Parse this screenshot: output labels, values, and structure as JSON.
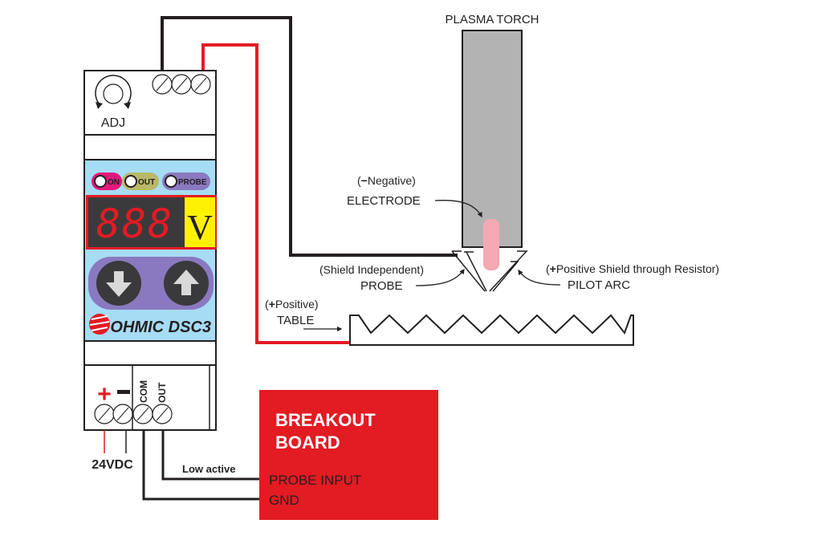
{
  "device": {
    "adj_label": "ADJ",
    "indicators": [
      {
        "label": "ON",
        "color": "#e6177e"
      },
      {
        "label": "OUT",
        "color": "#b9b868"
      },
      {
        "label": "PROBE",
        "color": "#8a79c0"
      }
    ],
    "display_digits": "888",
    "display_unit": "V",
    "down_button": "down-arrow",
    "up_button": "up-arrow",
    "brand": "OHMIC DSC3",
    "plus_label": "+",
    "minus_label": "−",
    "com_label": "COM",
    "out_label": "OUT",
    "power_label": "24VDC"
  },
  "torch": {
    "title": "PLASMA TORCH",
    "electrode_sign": "(",
    "electrode_neg": "Negative)",
    "electrode_label": "ELECTRODE",
    "probe_note": "(Shield Independent)",
    "probe_label": "PROBE",
    "pilot_note": "Positive Shield through Resistor)",
    "pilot_label": "PILOT ARC"
  },
  "table": {
    "note": "Positive)",
    "label": "TABLE"
  },
  "breakout": {
    "title_line1": "BREAKOUT",
    "title_line2": "BOARD",
    "probe_input": "PROBE INPUT",
    "gnd": "GND",
    "low_active": "Low active"
  },
  "colors": {
    "wire_black": "#231f20",
    "wire_red": "#e31b23",
    "panel_blue": "#a6dcf4",
    "torch_gray": "#b3b3b3",
    "electrode_pink": "#f4a9b3",
    "breakout_red": "#e31b23",
    "display_bg": "#3a3a3c",
    "display_unit_bg": "#fff200",
    "button_pad": "#8a79c0"
  }
}
